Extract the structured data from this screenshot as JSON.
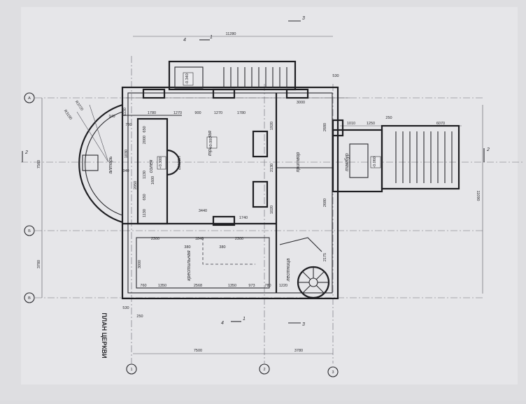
{
  "title": "ПЛАН ЦЕРКВИ",
  "axes": {
    "a": "А",
    "b": "Б",
    "c": "В",
    "one": "1",
    "two": "2",
    "three": "3"
  },
  "section_marks": {
    "s1": "1",
    "s2": "2",
    "s3": "3",
    "s4": "4"
  },
  "rooms": {
    "altar": "алтарь",
    "altar_apse": "амвон",
    "solea": "солея",
    "nave": "трапезная",
    "pritvor": "притвор",
    "tambur": "тамбур",
    "krestilnaya": "крестильная",
    "lestnitsa": "лестница"
  },
  "levels": {
    "nave": "±0.000",
    "solea": "+0.300",
    "porch": "-0.060",
    "room": "-0.340"
  },
  "dims": {
    "total_top": "11280",
    "total_right": "11090",
    "d7500": "7500",
    "d3780": "3780",
    "d7560": "7560",
    "d3780v": "3780",
    "d1780a": "1780",
    "d1270a": "1270",
    "d900": "900",
    "d1270b": "1270",
    "d1780b": "1780",
    "d3000": "3000",
    "d6070": "6070",
    "d1250": "1250",
    "d1010": "1010",
    "d250a": "250",
    "d530a": "530",
    "d530b": "530",
    "d250b": "250",
    "d3440": "3440",
    "d1740": "1740",
    "d2300a": "2300",
    "d1840": "1840",
    "d2300b": "2300",
    "d380a": "380",
    "d380b": "380",
    "d760": "760",
    "d1350a": "1350",
    "d2568": "2568",
    "d1350b": "1350",
    "d973": "973",
    "d780a": "780",
    "d1220": "1220",
    "d3000v": "3000",
    "d2175": "2175",
    "d2680a": "2680",
    "d2680b": "2680",
    "d1920": "1920",
    "d2130": "2130",
    "d1020": "1020",
    "d1130a": "1130",
    "d1130b": "1130",
    "d1030": "1030",
    "d340a": "340",
    "d340b": "340",
    "d780b": "780",
    "d2050": "2050",
    "r3720": "R3720",
    "r3190": "R3190",
    "d2000": "2000",
    "d650a": "650",
    "d650b": "650",
    "d1600": "1600",
    "d1130c": "1130"
  }
}
